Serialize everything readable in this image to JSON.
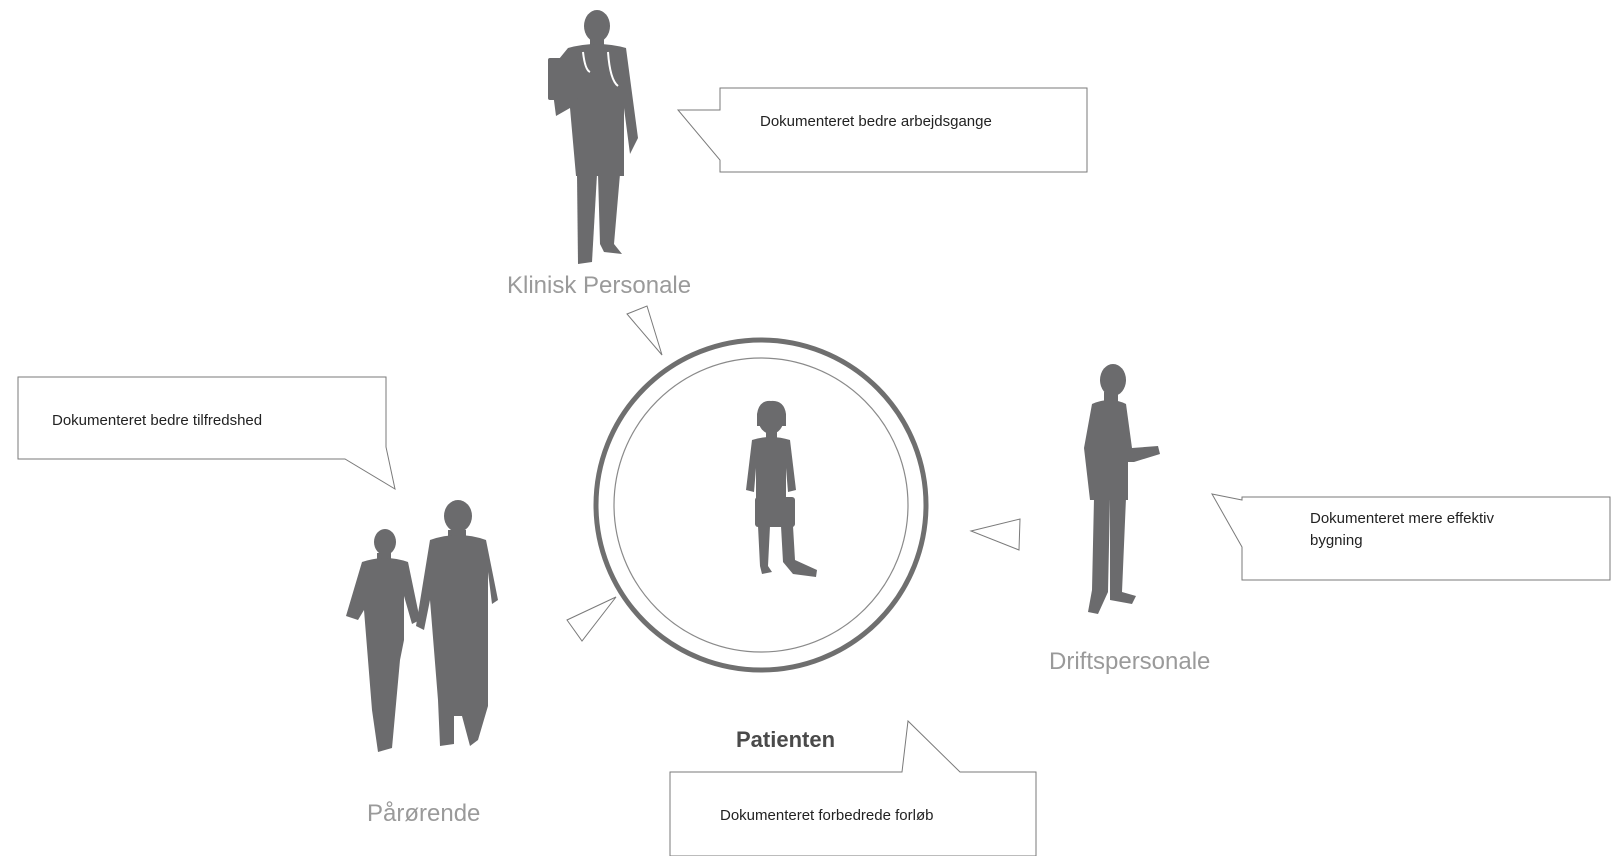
{
  "roles": {
    "clinical": "Klinisk Personale",
    "operations": "Driftspersonale",
    "relatives": "Pårørende",
    "patient": "Patienten"
  },
  "callouts": {
    "clinical": "Dokumenteret bedre arbejdsgange",
    "relatives": "Dokumenteret bedre tilfredshed",
    "operations": "Dokumenteret mere effektiv bygning",
    "patient": "Dokumenteret forbedrede forløb"
  },
  "colors": {
    "silhouette": "#6b6b6d",
    "ring": "#6f6f6f",
    "outline": "#7a7a7a",
    "role_label": "#9a9a9a"
  },
  "icons": [
    "doctor-silhouette-icon",
    "patient-child-silhouette-icon",
    "operations-staff-silhouette-icon",
    "relatives-couple-silhouette-icon",
    "arrow-icon"
  ]
}
